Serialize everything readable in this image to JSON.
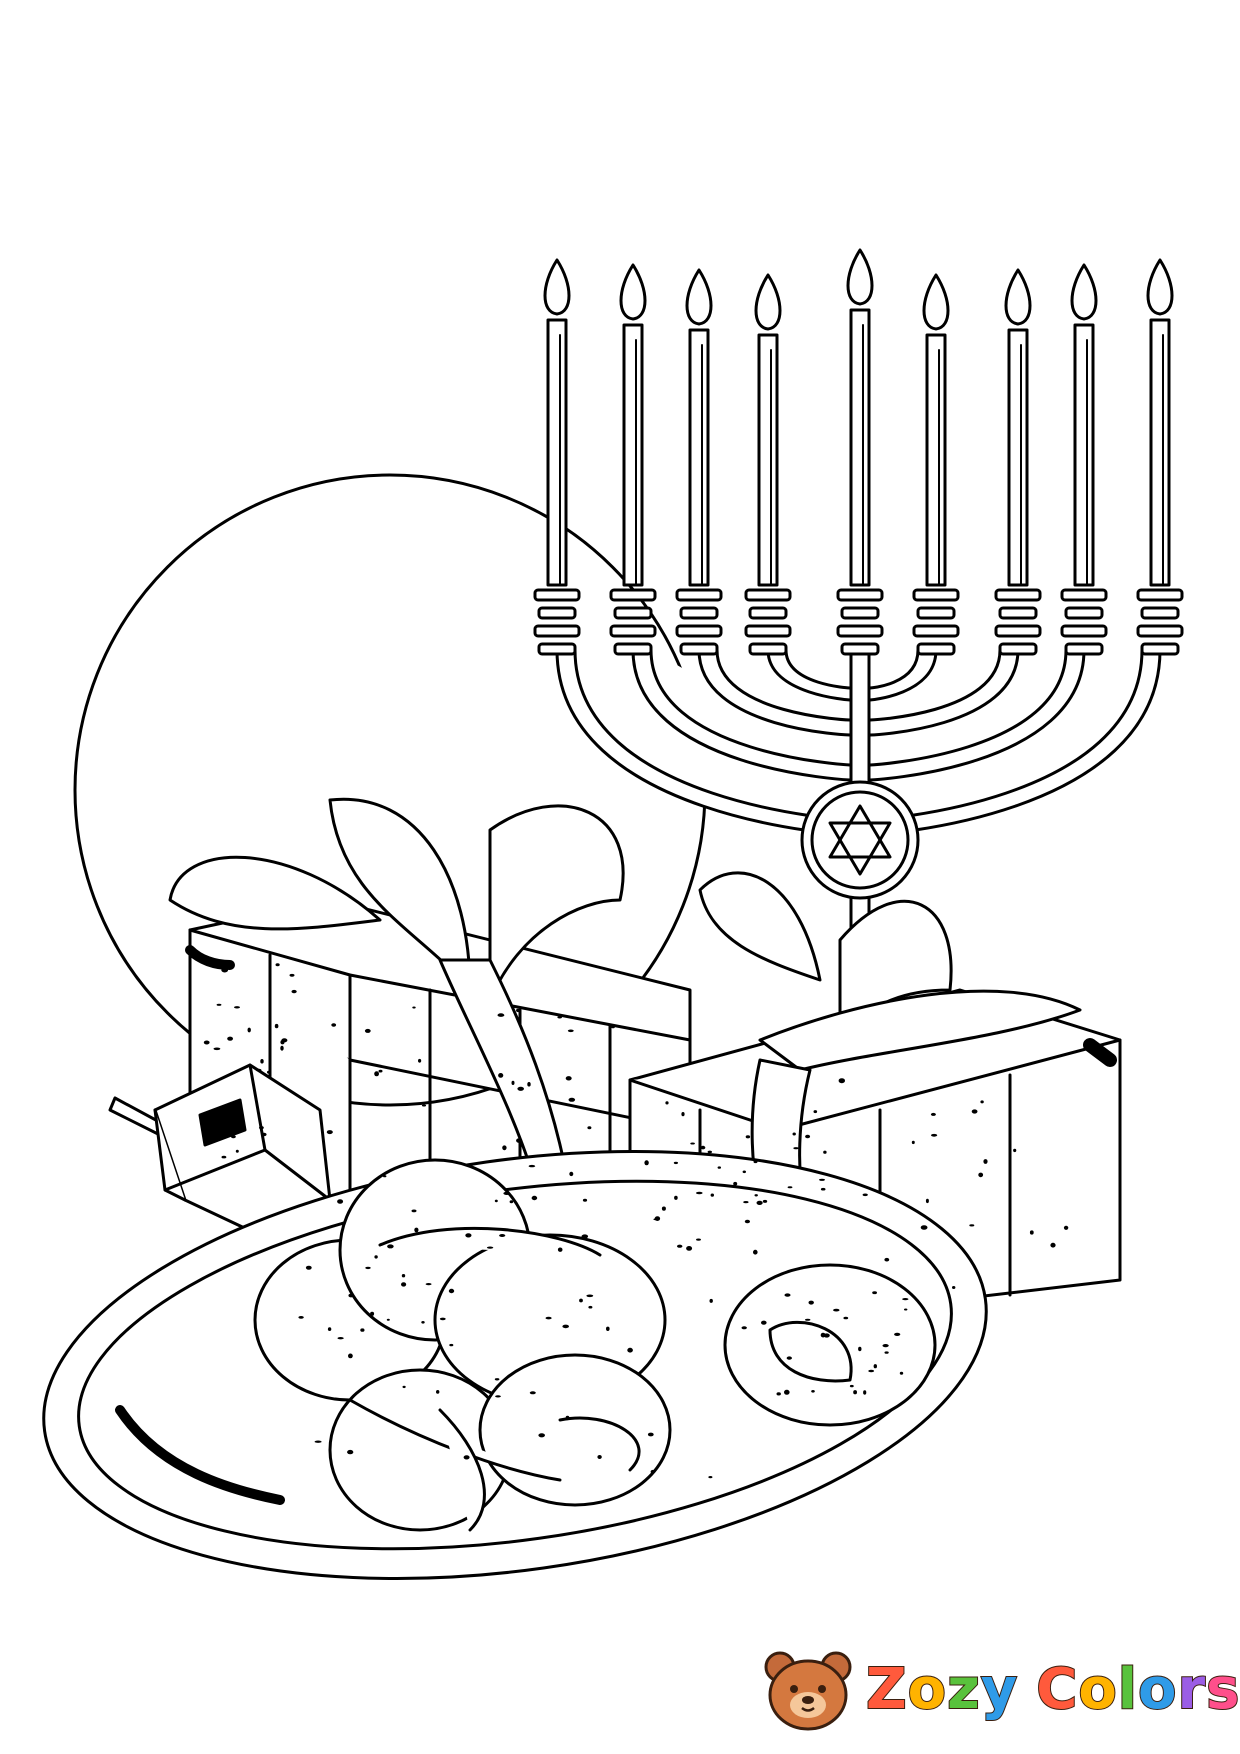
{
  "artwork": {
    "subject": "coloring-page",
    "line_color": "#000000",
    "background": "#ffffff",
    "elements": [
      "menorah",
      "star-of-david",
      "full-moon",
      "gift-box-left",
      "gift-box-right",
      "dreidel",
      "donut-plate",
      "donuts"
    ]
  },
  "brand": {
    "logo_icon": "bear-face-icon",
    "word1": "Zozy",
    "word2": "Colors",
    "word1_colors": [
      "#ff5a3c",
      "#ffb300",
      "#59c23c",
      "#2f9be8"
    ],
    "word2_colors": [
      "#ff5a3c",
      "#ffb300",
      "#59c23c",
      "#2f9be8",
      "#9b5de5",
      "#ff4f8b"
    ]
  }
}
